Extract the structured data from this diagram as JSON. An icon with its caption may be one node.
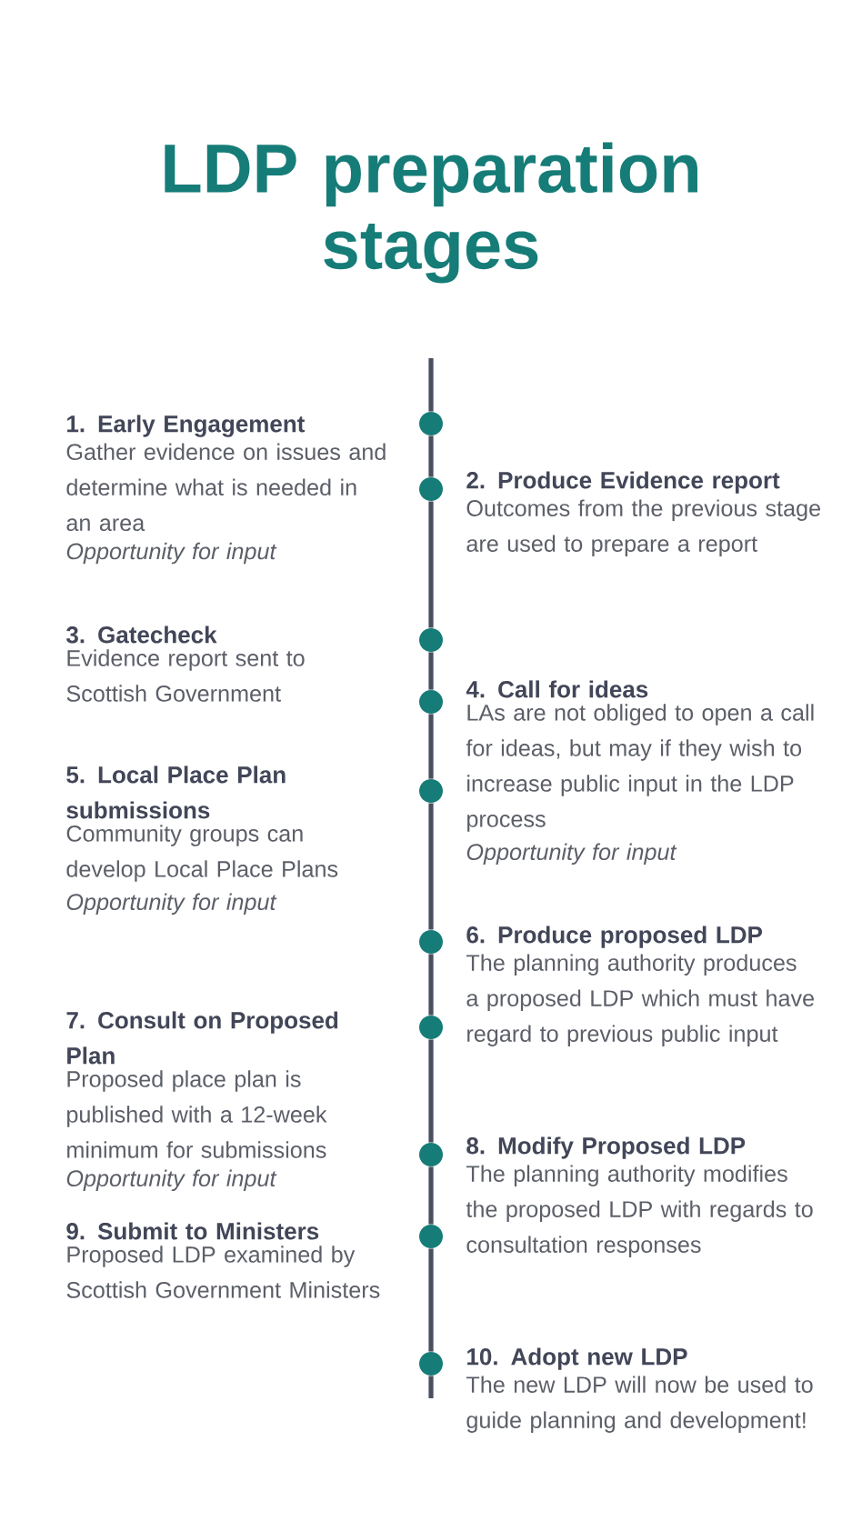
{
  "diagram": {
    "title": "LDP preparation stages",
    "nodes": [
      {
        "text": [],
        "shape": "circle",
        "beside": [
          "1. Early Engagement",
          "Gather evidence on issues and determine what is needed in an area",
          "Opportunity for input"
        ]
      },
      {
        "text": [],
        "shape": "circle",
        "beside": [
          "2. Produce Evidence report",
          "Outcomes from the previous stage are used to prepare a report"
        ]
      },
      {
        "text": [],
        "shape": "circle",
        "beside": [
          "3. Gatecheck",
          "Evidence report sent to Scottish Government"
        ]
      },
      {
        "text": [],
        "shape": "circle",
        "beside": [
          "4. Call for ideas",
          "LAs are not obliged to open a call for ideas, but may if they wish to increase public input in the LDP process",
          "Opportunity for input"
        ]
      },
      {
        "text": [],
        "shape": "circle",
        "beside": [
          "5. Local Place Plan submissions",
          "Community groups can develop Local Place Plans",
          "Opportunity for input"
        ]
      },
      {
        "text": [],
        "shape": "circle",
        "beside": [
          "6. Produce proposed LDP",
          "The planning authority produces a proposed LDP which must have regard to previous public input"
        ]
      },
      {
        "text": [],
        "shape": "circle",
        "beside": [
          "7. Consult on Proposed Plan",
          "Proposed place plan is published with a 12-week minimum for submissions",
          "Opportunity for input"
        ]
      },
      {
        "text": [],
        "shape": "circle",
        "beside": [
          "8. Modify Proposed LDP",
          "The planning authority modifies the proposed LDP with regards to consultation responses"
        ]
      },
      {
        "text": [],
        "shape": "circle",
        "beside": [
          "9. Submit to Ministers",
          "Proposed LDP examined by Scottish Government Ministers"
        ]
      },
      {
        "text": [],
        "shape": "circle",
        "beside": [
          "10. Adopt new LDP",
          "The new LDP will now be used to guide planning and development!"
        ]
      }
    ],
    "edges": [
      {
        "from": null,
        "to": 0,
        "arrow": "none"
      },
      {
        "from": 0,
        "to": 1,
        "arrow": "none"
      },
      {
        "from": 1,
        "to": 2,
        "arrow": "none"
      },
      {
        "from": 2,
        "to": 3,
        "arrow": "none"
      },
      {
        "from": 3,
        "to": 4,
        "arrow": "none"
      },
      {
        "from": 4,
        "to": 5,
        "arrow": "none"
      },
      {
        "from": 5,
        "to": 6,
        "arrow": "none"
      },
      {
        "from": 6,
        "to": 7,
        "arrow": "none"
      },
      {
        "from": 7,
        "to": 8,
        "arrow": "none"
      },
      {
        "from": 8,
        "to": 9,
        "arrow": "none"
      },
      {
        "from": 9,
        "to": null,
        "arrow": "none"
      }
    ]
  }
}
